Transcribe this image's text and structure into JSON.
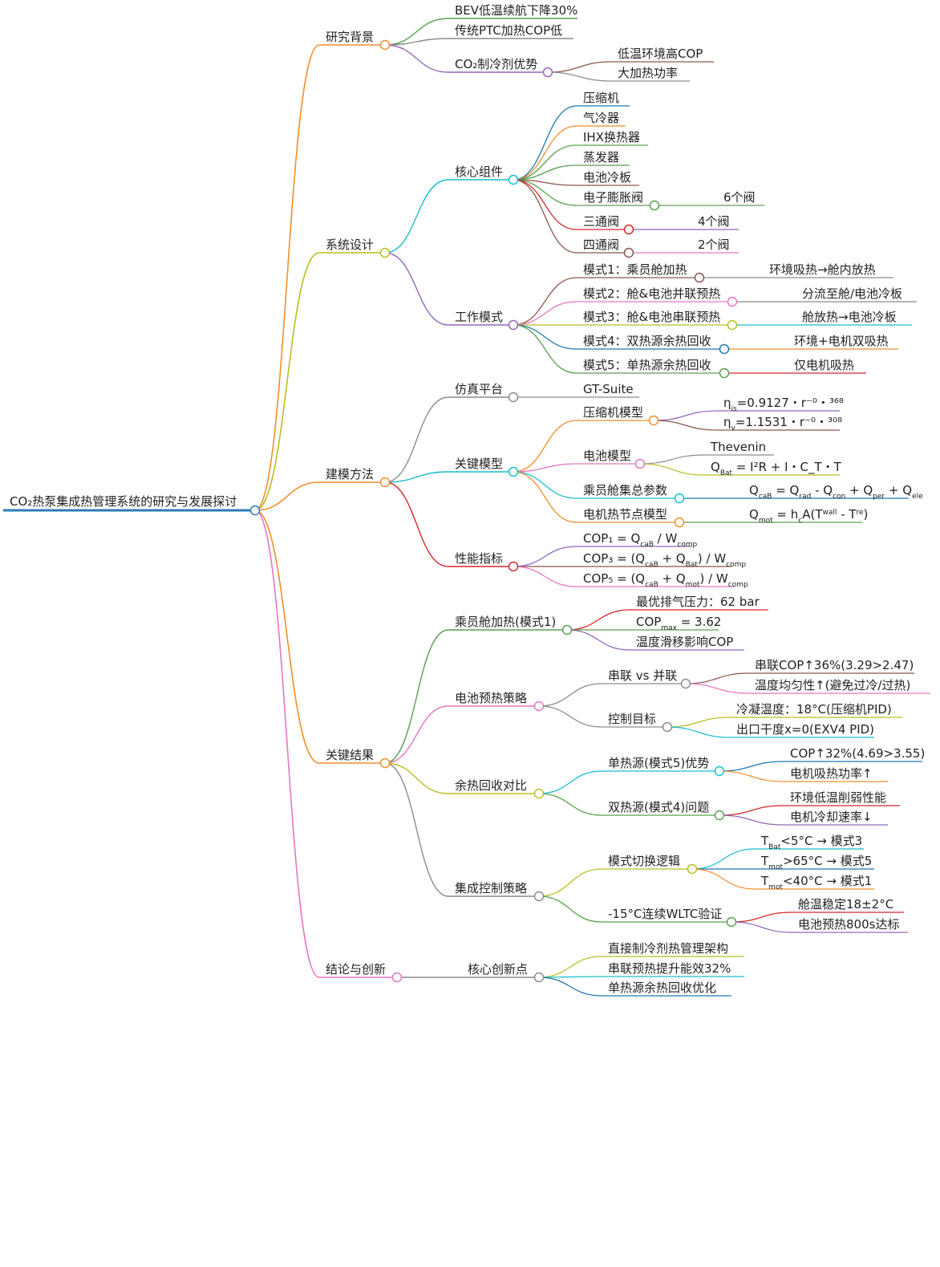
{
  "root": "CO₂热泵集成热管理系统的研究与发展探讨",
  "branches": [
    {
      "label": "研究背景",
      "children": [
        {
          "label": "BEV低温续航下降30%"
        },
        {
          "label": "传统PTC加热COP低"
        },
        {
          "label": "CO₂制冷剂优势",
          "children": [
            {
              "label": "低温环境高COP"
            },
            {
              "label": "大加热功率"
            }
          ]
        }
      ]
    },
    {
      "label": "系统设计",
      "children": [
        {
          "label": "核心组件",
          "children": [
            {
              "label": "压缩机"
            },
            {
              "label": "气冷器"
            },
            {
              "label": "IHX换热器"
            },
            {
              "label": "蒸发器"
            },
            {
              "label": "电池冷板"
            },
            {
              "label": "电子膨胀阀",
              "children": [
                {
                  "label": "6个阀"
                }
              ]
            },
            {
              "label": "三通阀",
              "children": [
                {
                  "label": "4个阀"
                }
              ]
            },
            {
              "label": "四通阀",
              "children": [
                {
                  "label": "2个阀"
                }
              ]
            }
          ]
        },
        {
          "label": "工作模式",
          "children": [
            {
              "label": "模式1：乘员舱加热",
              "children": [
                {
                  "label": "环境吸热→舱内放热"
                }
              ]
            },
            {
              "label": "模式2：舱&电池并联预热",
              "children": [
                {
                  "label": "分流至舱/电池冷板"
                }
              ]
            },
            {
              "label": "模式3：舱&电池串联预热",
              "children": [
                {
                  "label": "舱放热→电池冷板"
                }
              ]
            },
            {
              "label": "模式4：双热源余热回收",
              "children": [
                {
                  "label": "环境+电机双吸热"
                }
              ]
            },
            {
              "label": "模式5：单热源余热回收",
              "children": [
                {
                  "label": "仅电机吸热"
                }
              ]
            }
          ]
        }
      ]
    },
    {
      "label": "建模方法",
      "children": [
        {
          "label": "仿真平台",
          "children": [
            {
              "label": "GT-Suite"
            }
          ]
        },
        {
          "label": "关键模型",
          "children": [
            {
              "label": "压缩机模型",
              "children": [
                {
                  "label": "ηis=0.9127・r⁻⁰・³⁶⁸"
                },
                {
                  "label": "ηv=1.1531・r⁻⁰・³⁰⁸"
                }
              ]
            },
            {
              "label": "电池模型",
              "children": [
                {
                  "label": "Thevenin"
                },
                {
                  "label": "QBat = I²R + I・C_T・T"
                }
              ]
            },
            {
              "label": "乘员舱集总参数",
              "children": [
                {
                  "label": "QcaB = Qrad - Qcon + Qper + Qele"
                }
              ]
            },
            {
              "label": "电机热节点模型",
              "children": [
                {
                  "label": "Qmot = hcA(Twall - Tre)"
                }
              ]
            }
          ]
        },
        {
          "label": "性能指标",
          "children": [
            {
              "label": "COP₁ = QcaB / Wcomp"
            },
            {
              "label": "COP₃ = (QcaB + QBat) / Wcomp"
            },
            {
              "label": "COP₅ = (QcaB + Qmot) / Wcomp"
            }
          ]
        }
      ]
    },
    {
      "label": "关键结果",
      "children": [
        {
          "label": "乘员舱加热(模式1)",
          "children": [
            {
              "label": "最优排气压力：62 bar"
            },
            {
              "label": "COPmax = 3.62"
            },
            {
              "label": "温度滑移影响COP"
            }
          ]
        },
        {
          "label": "电池预热策略",
          "children": [
            {
              "label": "串联 vs 并联",
              "children": [
                {
                  "label": "串联COP↑36%(3.29>2.47)"
                },
                {
                  "label": "温度均匀性↑(避免过冷/过热)"
                }
              ]
            },
            {
              "label": "控制目标",
              "children": [
                {
                  "label": "冷凝温度：18°C(压缩机PID)"
                },
                {
                  "label": "出口干度x=0(EXV4 PID)"
                }
              ]
            }
          ]
        },
        {
          "label": "余热回收对比",
          "children": [
            {
              "label": "单热源(模式5)优势",
              "children": [
                {
                  "label": "COP↑32%(4.69>3.55)"
                },
                {
                  "label": "电机吸热功率↑"
                }
              ]
            },
            {
              "label": "双热源(模式4)问题",
              "children": [
                {
                  "label": "环境低温削弱性能"
                },
                {
                  "label": "电机冷却速率↓"
                }
              ]
            }
          ]
        },
        {
          "label": "集成控制策略",
          "children": [
            {
              "label": "模式切换逻辑",
              "children": [
                {
                  "label": "TBat<5°C → 模式3"
                },
                {
                  "label": "Tmot>65°C → 模式5"
                },
                {
                  "label": "Tmot<40°C → 模式1"
                }
              ]
            },
            {
              "label": "-15°C连续WLTC验证",
              "children": [
                {
                  "label": "舱温稳定18±2°C"
                },
                {
                  "label": "电池预热800s达标"
                }
              ]
            }
          ]
        }
      ]
    },
    {
      "label": "结论与创新",
      "children": [
        {
          "label": "核心创新点",
          "children": [
            {
              "label": "直接制冷剂热管理架构"
            },
            {
              "label": "串联预热提升能效32%"
            },
            {
              "label": "单热源余热回收优化"
            }
          ]
        }
      ]
    }
  ],
  "colors": {
    "root": "#2b7bba",
    "orange": "#f28e2b",
    "green": "#59a14f",
    "gray": "#8c8c8c",
    "purple": "#9467bd",
    "blue": "#1f77b4",
    "yellowgreen": "#bcbd22",
    "cyan": "#17becf",
    "brown": "#8c564b",
    "red": "#d62728",
    "pink": "#e377c2"
  }
}
